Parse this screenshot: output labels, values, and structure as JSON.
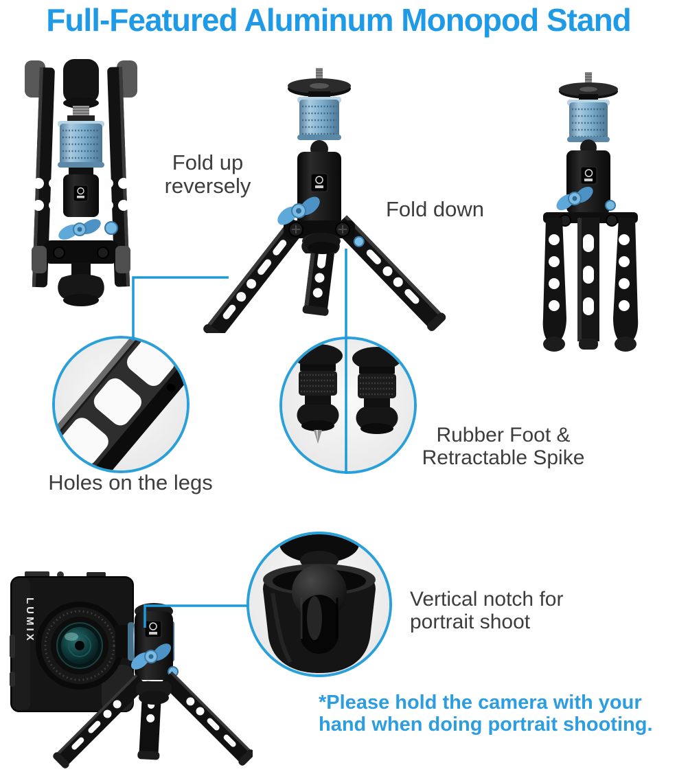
{
  "title": {
    "text": "Full-Featured Aluminum Monopod Stand"
  },
  "labels": {
    "fold_up": "Fold up\nreversely",
    "fold_down": "Fold down",
    "holes_on_legs": "Holes on the legs",
    "rubber_foot": "Rubber Foot &\nRetractable Spike",
    "vertical_notch": "Vertical notch for\nportrait shoot",
    "footnote": "*Please hold the camera with your\nhand when doing portrait shooting."
  },
  "camera": {
    "brand": "LUMIX"
  },
  "colors": {
    "title_blue": "#1f9ae6",
    "footnote_blue": "#2d9de2",
    "label_gray": "#3d3d3d",
    "callout_line_blue": "#1f9ad9",
    "circle_border_blue": "#2aa0da",
    "product_accent_blue": "#7fb0cf",
    "knob_blue": "#66b0de"
  }
}
